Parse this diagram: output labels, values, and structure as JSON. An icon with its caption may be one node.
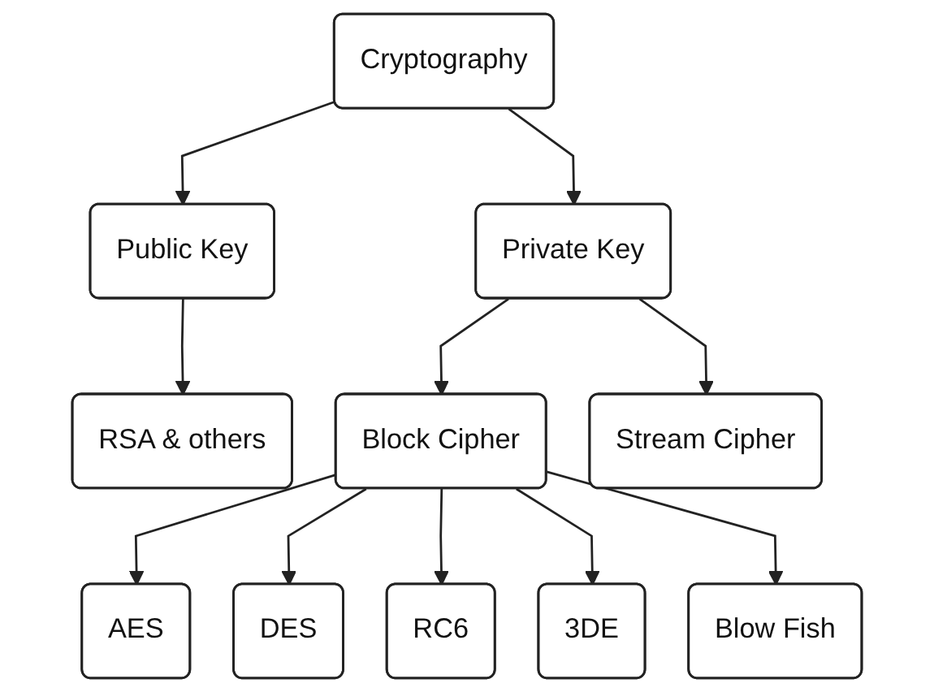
{
  "diagram": {
    "nodes": [
      {
        "text": [
          "Cryptography"
        ]
      },
      {
        "text": [
          "Public Key"
        ]
      },
      {
        "text": [
          "Private Key"
        ]
      },
      {
        "text": [
          "RSA & others"
        ]
      },
      {
        "text": [
          "Block Cipher"
        ]
      },
      {
        "text": [
          "Stream Cipher"
        ]
      },
      {
        "text": [
          "AES"
        ]
      },
      {
        "text": [
          "DES"
        ]
      },
      {
        "text": [
          "RC6"
        ]
      },
      {
        "text": [
          "3DE"
        ]
      },
      {
        "text": [
          "Blow Fish"
        ]
      }
    ],
    "edges": [
      {
        "from": 0,
        "to": 1,
        "arrow": "to"
      },
      {
        "from": 0,
        "to": 2,
        "arrow": "to"
      },
      {
        "from": 1,
        "to": 3,
        "arrow": "to"
      },
      {
        "from": 2,
        "to": 4,
        "arrow": "to"
      },
      {
        "from": 2,
        "to": 5,
        "arrow": "to"
      },
      {
        "from": 4,
        "to": 6,
        "arrow": "to"
      },
      {
        "from": 4,
        "to": 7,
        "arrow": "to"
      },
      {
        "from": 4,
        "to": 8,
        "arrow": "to"
      },
      {
        "from": 4,
        "to": 9,
        "arrow": "to"
      },
      {
        "from": 4,
        "to": 10,
        "arrow": "to"
      }
    ]
  }
}
